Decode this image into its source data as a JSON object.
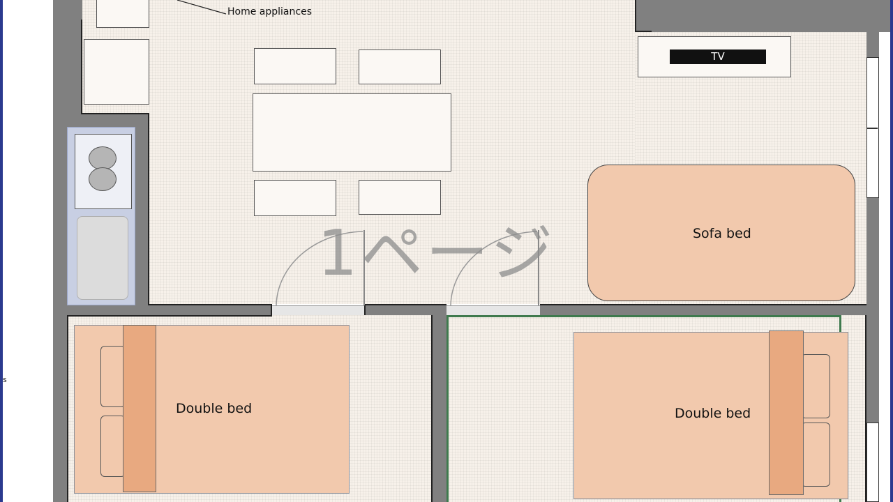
{
  "diagram": {
    "watermark": "1ページ",
    "labels": {
      "home_appliances": "Home appliances",
      "tv": "TV",
      "sofa_bed": "Sofa bed",
      "double_bed_left": "Double bed",
      "double_bed_right": "Double bed",
      "cut_off_left": "s"
    }
  },
  "colors": {
    "frame": "#2b3a8f",
    "wall": "#808080",
    "floor": "#f7f1ea",
    "bed": "#f2c9ad",
    "headboard": "#e8a980",
    "room_border_green": "#3f7a4e",
    "tv_screen": "#111111"
  },
  "icons": [
    "stove-burner-icon",
    "sink-icon",
    "door-swing-icon",
    "pillow-icon",
    "headboard-icon"
  ]
}
